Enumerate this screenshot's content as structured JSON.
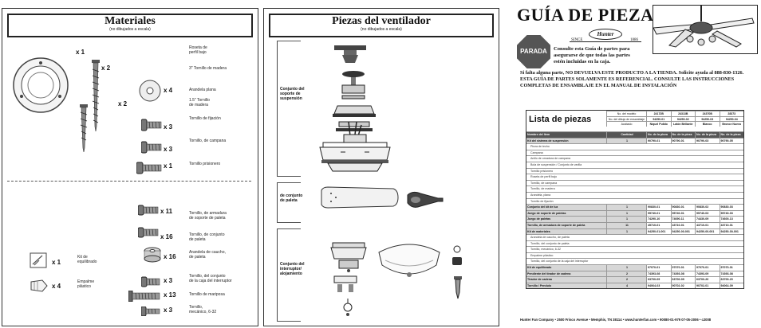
{
  "materials": {
    "title": "Materiales",
    "subtitle": "(no dibujados a escala)",
    "items": [
      {
        "qty": "x 1",
        "label": "Roseta de\nperfil bajo"
      },
      {
        "qty": "x 2",
        "label": "3\" Tornillo de madera"
      },
      {
        "qty": "x 4",
        "label": "Arandela plana"
      },
      {
        "qty": "x 2",
        "label": "1.5\" Tornillo\nde madera"
      },
      {
        "qty": "x 3",
        "label": "Tornillo de fijación"
      },
      {
        "qty": "x 3",
        "label": "Tornillo, de campana"
      },
      {
        "qty": "x 1",
        "label": "Tornillo prisionero"
      },
      {
        "qty": "x 11",
        "label": "Tornillo, de armadura\nde soporte de paleta"
      },
      {
        "qty": "x 16",
        "label": "Tornillo, de conjunto\nde paleta"
      },
      {
        "qty": "x 16",
        "label": "Arandela de caucho,\nde paleta"
      },
      {
        "qty": "x 3",
        "label": "Tornillo, del conjunto\nde la caja del interruptor"
      },
      {
        "qty": "x 13",
        "label": "Tornillo de mariposa"
      },
      {
        "qty": "x 3",
        "label": "Tornillo,\nmecánico, 6-32"
      },
      {
        "qty": "x 1",
        "label": "Kit de\nequilibrado"
      },
      {
        "qty": "x 4",
        "label": "Empalme\nplástico"
      }
    ]
  },
  "fan_parts": {
    "title": "Piezas del ventilador",
    "subtitle": "(no dibujados a escala)",
    "groups": [
      "Conjunto del\nsoporte de\nsuspensión",
      "de conjunto\nde paleta",
      "Conjunto del\ninterruptor/\nalojamiento"
    ]
  },
  "guide": {
    "title": "GUÍA DE PIEZAS",
    "brand": "Hunter",
    "since": "SINCE",
    "year": "1886",
    "stop": "PARADA",
    "consult": "Consulte esta Guía de partes para\nasegurarse de que todas las partes\nestén incluidas en la caja.",
    "warning": "Si falta alguna parte, NO DEVUELVA ESTE PRODUCTO A LA TIENDA. Solicite ayuda al 888-830-1326. ESTA GUÍA DE PARTES SOLAMENTE ES REFERENCIAL. CONSULTE LAS INSTRUCCIONES COMPLETAS DE ENSAMBLAJE EN EL MANUAL DE INSTALACIÓN"
  },
  "parts_list": {
    "title": "Lista de piezas",
    "header_labels": [
      "No. del modelo",
      "No. del dibujo de ensamblaje",
      "Acabado",
      "Cantidad",
      "No. de la pieza"
    ],
    "models": [
      "24172B",
      "24313B",
      "24370B",
      "28373"
    ],
    "drawings": [
      "94250-01",
      "94250-02",
      "94250-03",
      "94250-04"
    ],
    "finishes": [
      "Níquel Pulido",
      "Latón Brillante",
      "Blanco",
      "Bronce Nuevo"
    ],
    "col_item": "Nombre del Item",
    "rows": [
      {
        "name": "Kit del sistema de suspensión",
        "qty": "1",
        "parts": [
          "90790-01",
          "90790-01",
          "90790-03",
          "90790-05"
        ],
        "main": true
      },
      {
        "name": "Pieza de techo",
        "qty": "",
        "parts": [
          "",
          "",
          "",
          ""
        ],
        "main": false
      },
      {
        "name": "Campana",
        "qty": "",
        "parts": [
          "",
          "",
          "",
          ""
        ],
        "main": false
      },
      {
        "name": "Anillo de ornadura de campana",
        "qty": "",
        "parts": [
          "",
          "",
          "",
          ""
        ],
        "main": false
      },
      {
        "name": "Bola de suspensión / Conjunto de varilla",
        "qty": "",
        "parts": [
          "",
          "",
          "",
          ""
        ],
        "main": false
      },
      {
        "name": "Tornillo prisionero",
        "qty": "",
        "parts": [
          "",
          "",
          "",
          ""
        ],
        "main": false
      },
      {
        "name": "Roseta de perfil bajo",
        "qty": "",
        "parts": [
          "",
          "",
          "",
          ""
        ],
        "main": false
      },
      {
        "name": "Tornillo, de campana",
        "qty": "",
        "parts": [
          "",
          "",
          "",
          ""
        ],
        "main": false
      },
      {
        "name": "Tornillo, de madera",
        "qty": "",
        "parts": [
          "",
          "",
          "",
          ""
        ],
        "main": false
      },
      {
        "name": "Arandela, plana",
        "qty": "",
        "parts": [
          "",
          "",
          "",
          ""
        ],
        "main": false
      },
      {
        "name": "Tornillo de fijación",
        "qty": "",
        "parts": [
          "",
          "",
          "",
          ""
        ],
        "main": false
      },
      {
        "name": "Conjunto del kit de luz",
        "qty": "1",
        "parts": [
          "90830-01",
          "90830-01",
          "90830-02",
          "90830-03"
        ],
        "main": true
      },
      {
        "name": "Juego de soporte de paletas",
        "qty": "1",
        "parts": [
          "95740-01",
          "95740-01",
          "95740-03",
          "95740-03"
        ],
        "main": true
      },
      {
        "name": "Juego de paletas",
        "qty": "1",
        "parts": [
          "74290-10",
          "74690-11",
          "74430-09",
          "74600-13"
        ],
        "main": true
      },
      {
        "name": "Tornillo, de armadura de soporte de paleta",
        "qty": "11",
        "parts": [
          "45710-01",
          "43710-01",
          "43710-01",
          "43710-01"
        ],
        "main": true
      },
      {
        "name": "Kit de materiales",
        "qty": "1",
        "parts": [
          "94250-01-001",
          "94250-00-001",
          "94250-00-001",
          "94250-00-001"
        ],
        "main": true
      },
      {
        "name": "Arandela de caucho, de paleta",
        "qty": "",
        "parts": [
          "",
          "",
          "",
          ""
        ],
        "main": false
      },
      {
        "name": "Tornillo, del conjunto de paleta",
        "qty": "",
        "parts": [
          "",
          "",
          "",
          ""
        ],
        "main": false
      },
      {
        "name": "Tornillo, mecánico, 6-32",
        "qty": "",
        "parts": [
          "",
          "",
          "",
          ""
        ],
        "main": false
      },
      {
        "name": "Empalme plástico",
        "qty": "",
        "parts": [
          "",
          "",
          "",
          ""
        ],
        "main": false
      },
      {
        "name": "Tornillo, del conjunto de la caja del interruptor",
        "qty": "",
        "parts": [
          "",
          "",
          "",
          ""
        ],
        "main": false
      },
      {
        "name": "Kit de equilibrado",
        "qty": "1",
        "parts": [
          "97070-01",
          "97070-01",
          "97070-01",
          "97070-01"
        ],
        "main": true
      },
      {
        "name": "Pendiente del tirador de cadena",
        "qty": "2",
        "parts": [
          "74393-08",
          "74393-08",
          "74393-09",
          "74393-08"
        ],
        "main": true
      },
      {
        "name": "Tirador de cadena",
        "qty": "2",
        "parts": [
          "63700-09",
          "63700-09",
          "63700-20",
          "63700-20"
        ],
        "main": true
      },
      {
        "name": "Tornillo / Pendulo",
        "qty": "4",
        "parts": [
          "94064-03",
          "90702-02",
          "90702-01",
          "94064-09"
        ],
        "main": true
      }
    ]
  },
  "footer": "Hunter Fan Company  •  2500 Frisco Avenue  •  Memphis, TN 38114  •  www.hunterfan.com  •  90080-01-979  07-05-2006  •  c2008"
}
